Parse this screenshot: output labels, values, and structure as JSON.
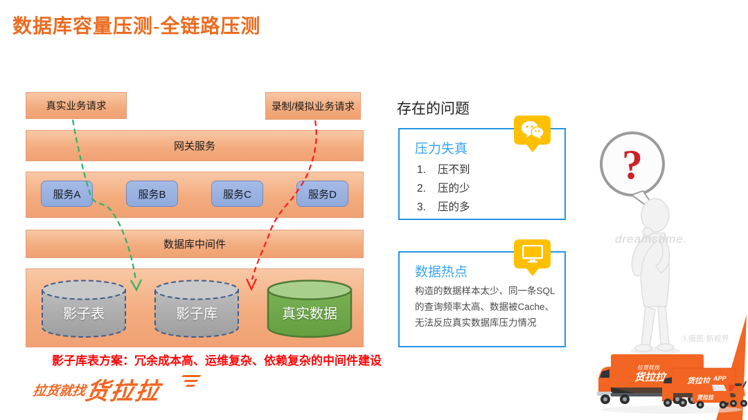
{
  "slide": {
    "title": "数据库容量压测-全链路压测"
  },
  "colors": {
    "accent_orange": "#F26522",
    "title_orange": "#EC6B1F",
    "band_fill_top": "#F8C8A6",
    "band_fill_bottom": "#F0A173",
    "service_blue": "#8FAADC",
    "cylinder_gray": "#B0B0B0",
    "cylinder_dash_blue": "#3F5C8C",
    "cylinder_green": "#6DAB46",
    "card_border_blue": "#2196E3",
    "card_title_blue": "#38A5F3",
    "badge_gold": "#FFC000",
    "flow_green": "#2EB567",
    "flow_red": "#FF1D1D",
    "caption_red": "#FB0606"
  },
  "diagram": {
    "request_real": "真实业务请求",
    "request_sim": "录制/模拟业务请求",
    "gateway": "网关服务",
    "services": [
      "服务A",
      "服务B",
      "服务C",
      "服务D"
    ],
    "middleware": "数据库中间件",
    "cylinders": [
      {
        "label": "影子表",
        "kind": "shadow"
      },
      {
        "label": "影子库",
        "kind": "shadow"
      },
      {
        "label": "真实数据",
        "kind": "real"
      }
    ],
    "caption": "影子库表方案：冗余成本高、运维复杂、依赖复杂的中间件建设"
  },
  "problems": {
    "heading": "存在的问题",
    "cards": [
      {
        "title": "压力失真",
        "icon": "wechat-icon",
        "items": [
          {
            "num": "1.",
            "text": "压不到"
          },
          {
            "num": "2.",
            "text": "压的少"
          },
          {
            "num": "3.",
            "text": "压的多"
          }
        ]
      },
      {
        "title": "数据热点",
        "icon": "monitor-icon",
        "body": "构造的数据样本太少、同一条SQL的查询频率太高、数据被Cache、无法反应真实数据库压力情况"
      }
    ]
  },
  "figure": {
    "question_mark": "?",
    "watermark": "dreamstime.",
    "watermark2": "Ⓢ摄图·新视界"
  },
  "footer": {
    "logo_prefix": "拉货就找",
    "logo_main": "货拉拉",
    "truck_slogan_small": "拉货就找",
    "truck_slogan_big": "货拉拉",
    "truck_suffix": "APP"
  }
}
